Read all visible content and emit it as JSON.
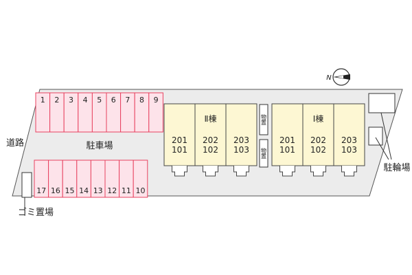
{
  "labels": {
    "road": "道路",
    "parking": "駐車場",
    "bike_parking": "駐輪場",
    "garbage": "ゴミ置場",
    "storage": "物置",
    "north": "N"
  },
  "parking": {
    "top_row": [
      "1",
      "2",
      "3",
      "4",
      "5",
      "6",
      "7",
      "8",
      "9"
    ],
    "bottom_row": [
      "17",
      "16",
      "15",
      "14",
      "13",
      "12",
      "11",
      "10"
    ]
  },
  "buildings": [
    {
      "name": "Ⅱ棟",
      "units": [
        [
          "201",
          "101"
        ],
        [
          "202",
          "102"
        ],
        [
          "203",
          "103"
        ]
      ]
    },
    {
      "name": "Ⅰ棟",
      "units": [
        [
          "201",
          "101"
        ],
        [
          "202",
          "102"
        ],
        [
          "203",
          "103"
        ]
      ]
    }
  ],
  "colors": {
    "parking_fill": "#fde3ea",
    "parking_stroke": "#e8415f",
    "building_fill": "#fdf7d3",
    "site_fill": "#ececec",
    "outline": "#333333"
  }
}
